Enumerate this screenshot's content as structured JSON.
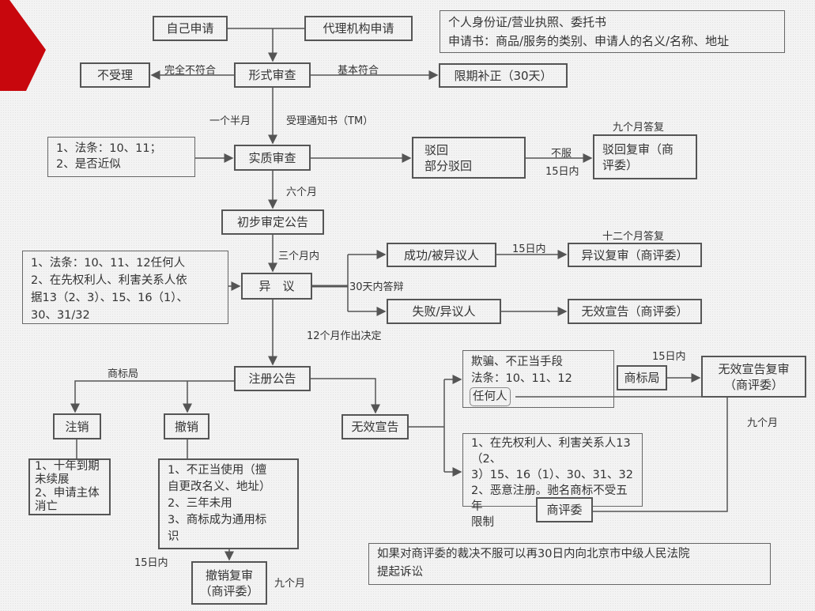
{
  "nodes": {
    "self_apply": "自己申请",
    "agent_apply": "代理机构申请",
    "materials": [
      "个人身份证/营业执照、委托书",
      "申请书：商品/服务的类别、申请人的名义/名称、地址"
    ],
    "reject_accept": "不受理",
    "formal_review": "形式审查",
    "correction": "限期补正（30天）",
    "substantive_law": [
      "1、法条：10、11；",
      "2、是否近似"
    ],
    "substantive_review": "实质审查",
    "rejection": [
      "驳回",
      "部分驳回"
    ],
    "rejection_review": [
      "驳回复审（商",
      "评委）"
    ],
    "preliminary_notice": "初步审定公告",
    "opposition_law": [
      "1、法条：10、11、12任何人",
      "2、在先权利人、利害关系人依",
      "据13（2、3）、15、16（1）、",
      "30、31/32"
    ],
    "opposition": "异　议",
    "success": "成功/被异议人",
    "opposition_review": "异议复审（商评委）",
    "failure": "失败/异议人",
    "invalidation_trab": "无效宣告（商评委）",
    "registration_notice": "注册公告",
    "cancellation": "注销",
    "revocation": "撤销",
    "invalidation": "无效宣告",
    "fraud_law": [
      "欺骗、不正当手段",
      "法条：10、11、12"
    ],
    "anyone": "任何人",
    "tmo": "商标局",
    "invalidation_review": [
      "无效宣告复审",
      "（商评委）"
    ],
    "prior_rights_law": [
      "1、在先权利人、利害关系人13（2、",
      "3）15、16（1）、30、31、32",
      "2、恶意注册。驰名商标不受五年",
      "限制"
    ],
    "trab": "商评委",
    "cancellation_reasons": [
      "1、十年到期",
      "未续展",
      "2、申请主体",
      "消亡"
    ],
    "revocation_reasons": [
      "1、不正当使用（擅",
      "自更改名义、地址）",
      "2、三年未用",
      "3、商标成为通用标",
      "识"
    ],
    "revocation_review": [
      "撤销复审",
      "（商评委）"
    ],
    "court_note": [
      "如果对商评委的裁决不服可以再30日内向北京市中级人民法院",
      "提起诉讼"
    ]
  },
  "labels": {
    "not_compliant": "完全不符合",
    "basically_compliant": "基本符合",
    "month_half": "一个半月",
    "notice_tm": "受理通知书（TM）",
    "nine_month_reply": "九个月答复",
    "not_accept": "不服",
    "within_15_a": "15日内",
    "six_months": "六个月",
    "within_three_months": "三个月内",
    "within_15_b": "15日内",
    "twelve_month_reply": "十二个月答复",
    "reply_30_days": "30天内答辩",
    "decision_12_months": "12个月作出决定",
    "tmo_label": "商标局",
    "within_15_c": "15日内",
    "nine_months_a": "九个月",
    "within_15_d": "15日内",
    "nine_months_b": "九个月"
  },
  "colors": {
    "accent": "#c8070d",
    "line": "#555555"
  }
}
